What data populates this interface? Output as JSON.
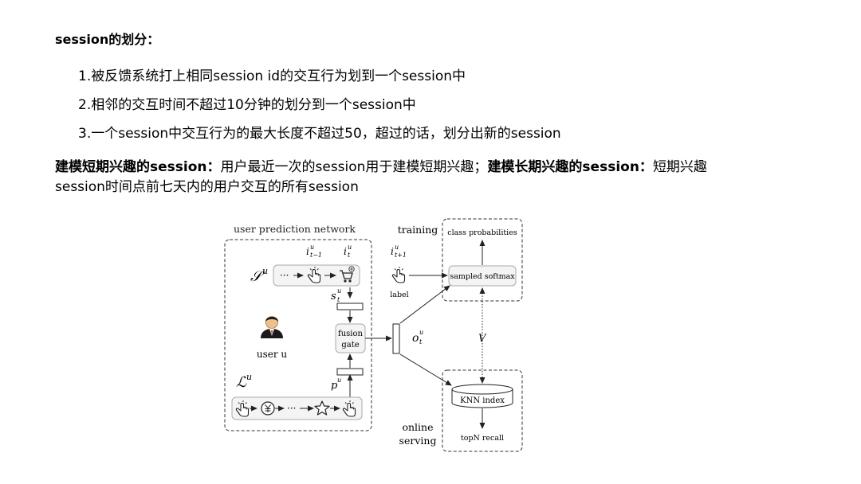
{
  "heading": "session的划分：",
  "rules": [
    "1.被反馈系统打上相同session id的交互行为划到一个session中",
    "2.相邻的交互时间不超过10分钟的划分到一个session中",
    "3.一个session中交互行为的最大长度不超过50，超过的话，划分出新的session"
  ],
  "paragraph": {
    "short_label": "建模短期兴趣的session：",
    "short_text": "用户最近一次的session用于建模短期兴趣；",
    "long_label": "建模长期兴趣的session：",
    "long_text": "短期兴趣session时间点前七天内的用户交互的所有session"
  },
  "diagram": {
    "user_prediction_network": "user prediction network",
    "training": "training",
    "class_probabilities": "class probabilities",
    "sampled_softmax": "sampled softmax",
    "label": "label",
    "fusion_gate_line1": "fusion",
    "fusion_gate_line2": "gate",
    "user_u": "user u",
    "knn_index": "KNN index",
    "topn_recall": "topN  recall",
    "online_line1": "online",
    "online_line2": "serving",
    "S": "𝒮",
    "L": "ℒ",
    "u": "u",
    "i": "i",
    "s": "s",
    "p": "p",
    "o": "o",
    "t": "t",
    "t_minus_1": "t−1",
    "t_plus_1": "t+1",
    "V": "V",
    "ellipsis": "···"
  }
}
